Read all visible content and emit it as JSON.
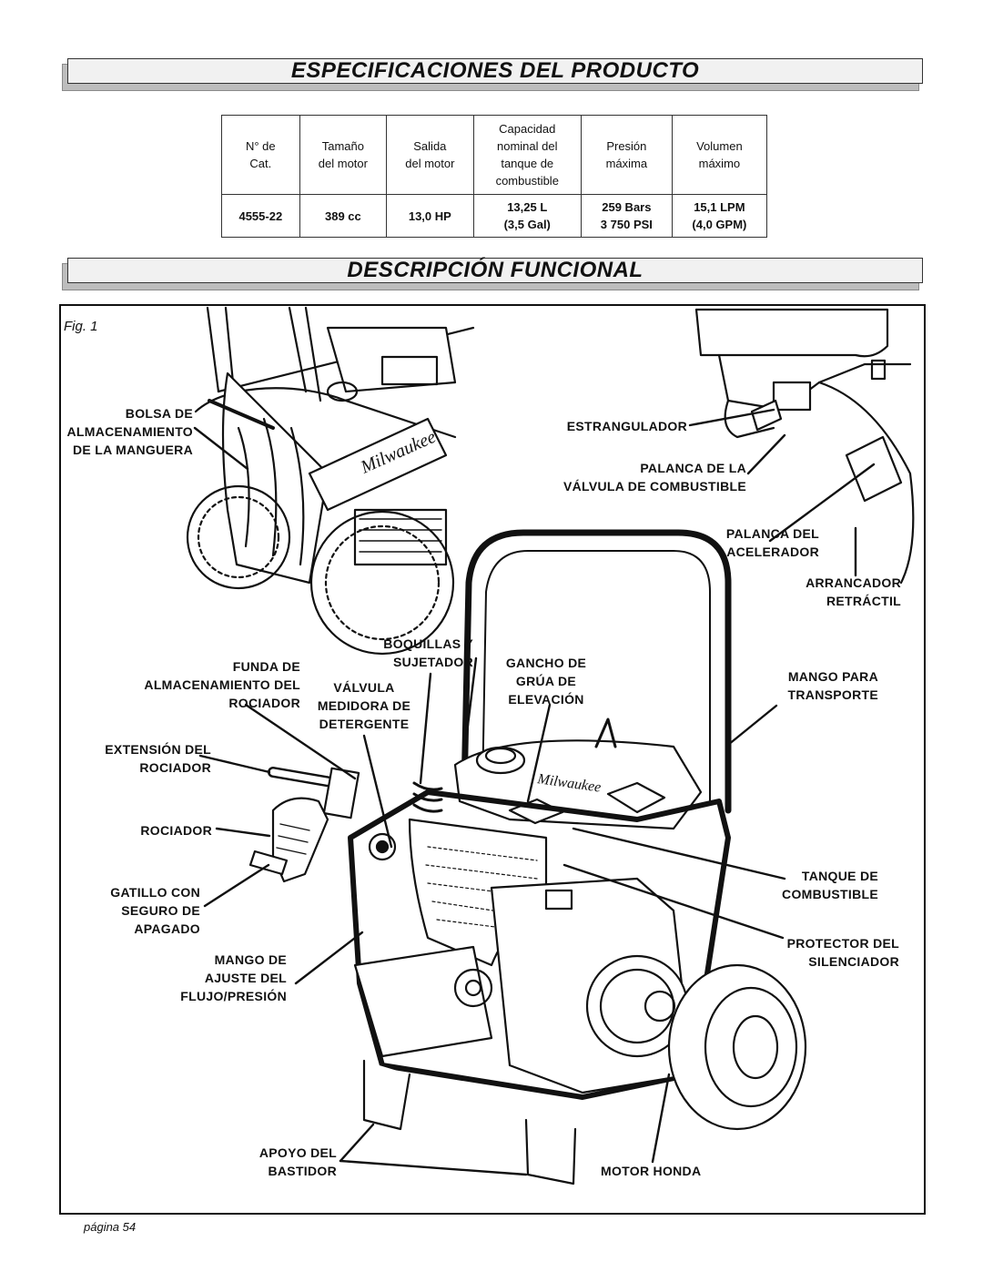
{
  "sections": {
    "specs_title": "ESPECIFICACIONES DEL PRODUCTO",
    "description_title": "DESCRIPCIÓN FUNCIONAL"
  },
  "spec_table": {
    "headers": [
      [
        "N° de",
        "Cat."
      ],
      [
        "Tamaño",
        "del motor"
      ],
      [
        "Salida",
        "del motor"
      ],
      [
        "Capacidad",
        "nominal del",
        "tanque de",
        "combustible"
      ],
      [
        "Presión",
        "máxima"
      ],
      [
        "Volumen",
        "máximo"
      ]
    ],
    "row": {
      "cat": "4555-22",
      "engine_size": "389 cc",
      "engine_output": "13,0 HP",
      "tank_l": "13,25 L",
      "tank_gal": "(3,5 Gal)",
      "pressure_bars": "259 Bars",
      "pressure_psi": "3 750 PSI",
      "volume_lpm": "15,1 LPM",
      "volume_gpm": "(4,0 GPM)"
    }
  },
  "figure": {
    "label": "Fig. 1",
    "brand_mark": "Milwaukee",
    "callouts": {
      "bolsa": [
        "BOLSA DE",
        "ALMACENAMIENTO",
        "DE LA MANGUERA"
      ],
      "estrangulador": [
        "ESTRANGULADOR"
      ],
      "palanca_valvula": [
        "PALANCA DE LA",
        "VÁLVULA DE COMBUSTIBLE"
      ],
      "palanca_acelerador": [
        "PALANCA DEL",
        "ACELERADOR"
      ],
      "arrancador": [
        "ARRANCADOR",
        "RETRÁCTIL"
      ],
      "boquillas": [
        "BOQUILLAS Y",
        "SUJETADOR"
      ],
      "funda": [
        "FUNDA DE",
        "ALMACENAMIENTO DEL",
        "ROCIADOR"
      ],
      "valvula_detergente": [
        "VÁLVULA",
        "MEDIDORA DE",
        "DETERGENTE"
      ],
      "gancho": [
        "GANCHO DE",
        "GRÚA DE",
        "ELEVACIÓN"
      ],
      "mango_transporte": [
        "MANGO PARA",
        "TRANSPORTE"
      ],
      "extension": [
        "EXTENSIÓN DEL",
        "ROCIADOR"
      ],
      "rociador": [
        "ROCIADOR"
      ],
      "gatillo": [
        "GATILLO CON",
        "SEGURO DE",
        "APAGADO"
      ],
      "tanque": [
        "TANQUE DE",
        "COMBUSTIBLE"
      ],
      "protector": [
        "PROTECTOR DEL",
        "SILENCIADOR"
      ],
      "mango_ajuste": [
        "MANGO DE",
        "AJUSTE DEL",
        "FLUJO/PRESIÓN"
      ],
      "apoyo": [
        "APOYO DEL",
        "BASTIDOR"
      ],
      "motor": [
        "MOTOR HONDA"
      ]
    }
  },
  "footer": {
    "page": "página 54"
  }
}
